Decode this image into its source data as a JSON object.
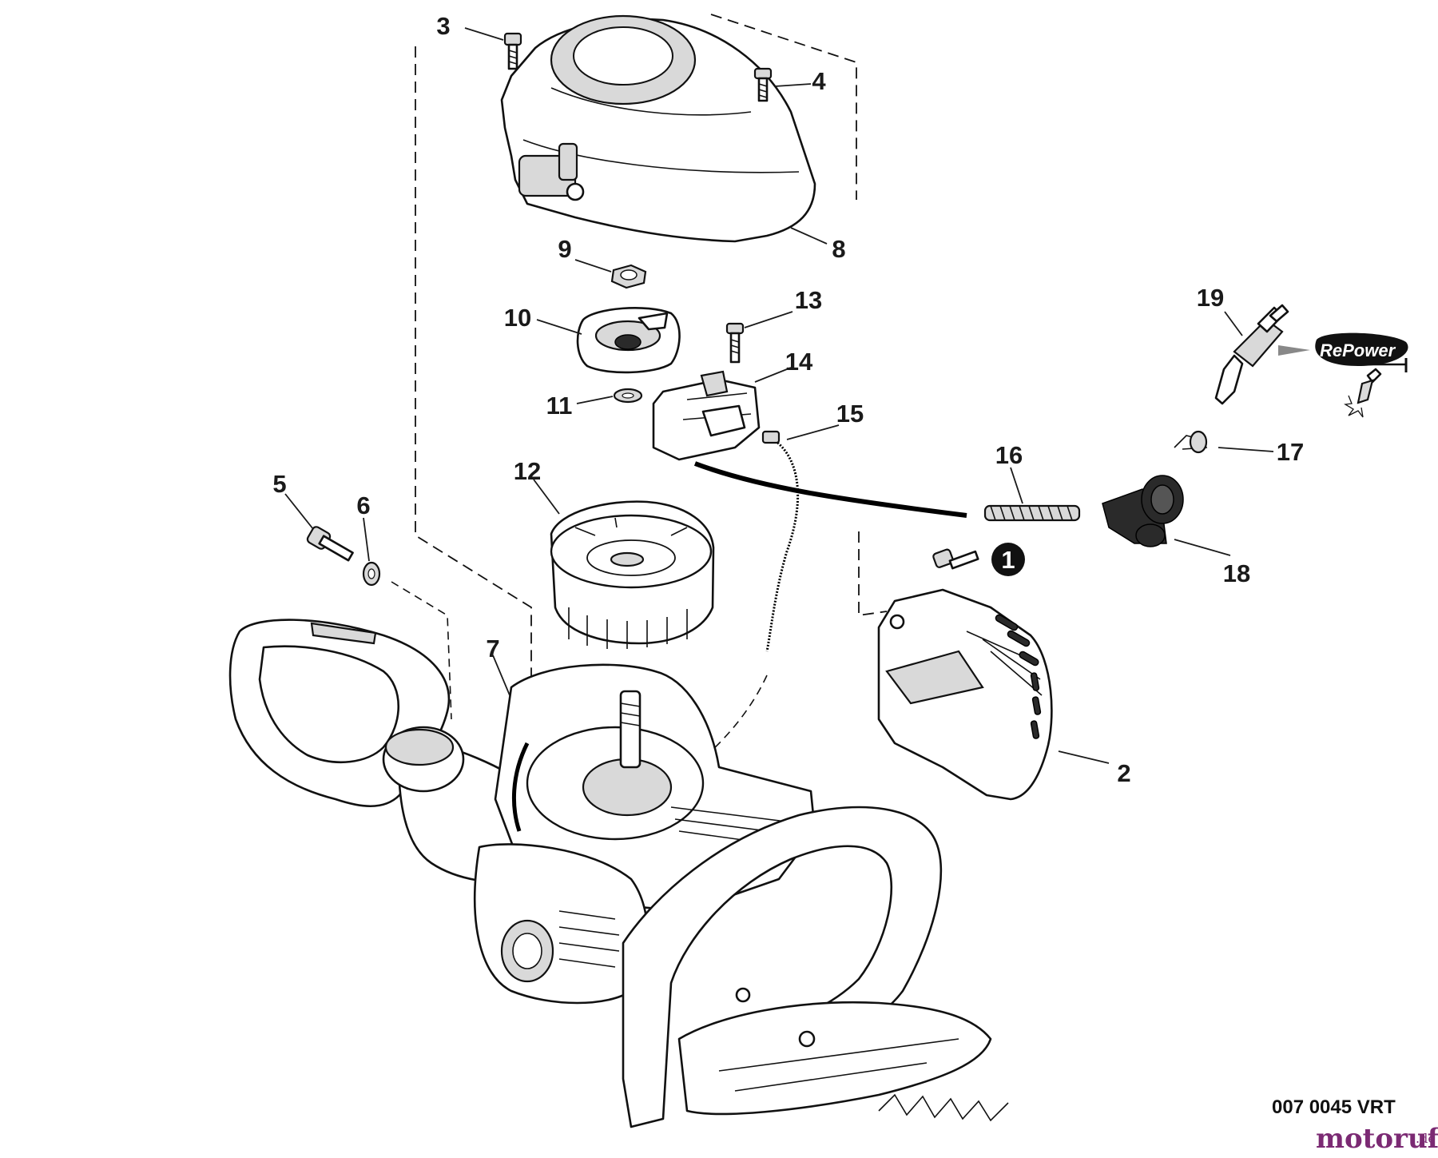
{
  "diagram": {
    "callouts": [
      "3",
      "4",
      "8",
      "9",
      "10",
      "11",
      "13",
      "14",
      "15",
      "12",
      "19",
      "16",
      "17",
      "5",
      "6",
      "1",
      "18",
      "7",
      "2"
    ],
    "drawing_code": "007 0045 VRT",
    "watermark": {
      "main": "motoruf",
      "suffix": ".de"
    },
    "brand_logo": {
      "text": "RePower"
    }
  }
}
